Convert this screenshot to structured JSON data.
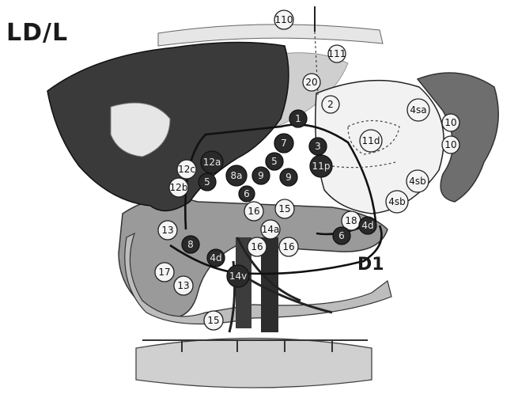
{
  "title": "LD/L",
  "region_label": "D1",
  "nodes_white": [
    "110",
    "111",
    "20",
    "2",
    "4sa",
    "10",
    "10",
    "11d",
    "4sb",
    "4sb",
    "12c",
    "12b",
    "16",
    "15",
    "14a",
    "18",
    "16",
    "16",
    "13",
    "17",
    "13",
    "15"
  ],
  "nodes_dark": [
    "1",
    "7",
    "3",
    "5",
    "11p",
    "12a",
    "8a",
    "9",
    "9",
    "5",
    "6",
    "6",
    "4d",
    "8",
    "4d",
    "14v"
  ],
  "colors": {
    "liver": "#3a3a3a",
    "spleen": "#707070",
    "pancreas": "#9a9a9a",
    "stomach": "#f0f0f0",
    "lines": "#1a1a1a"
  }
}
